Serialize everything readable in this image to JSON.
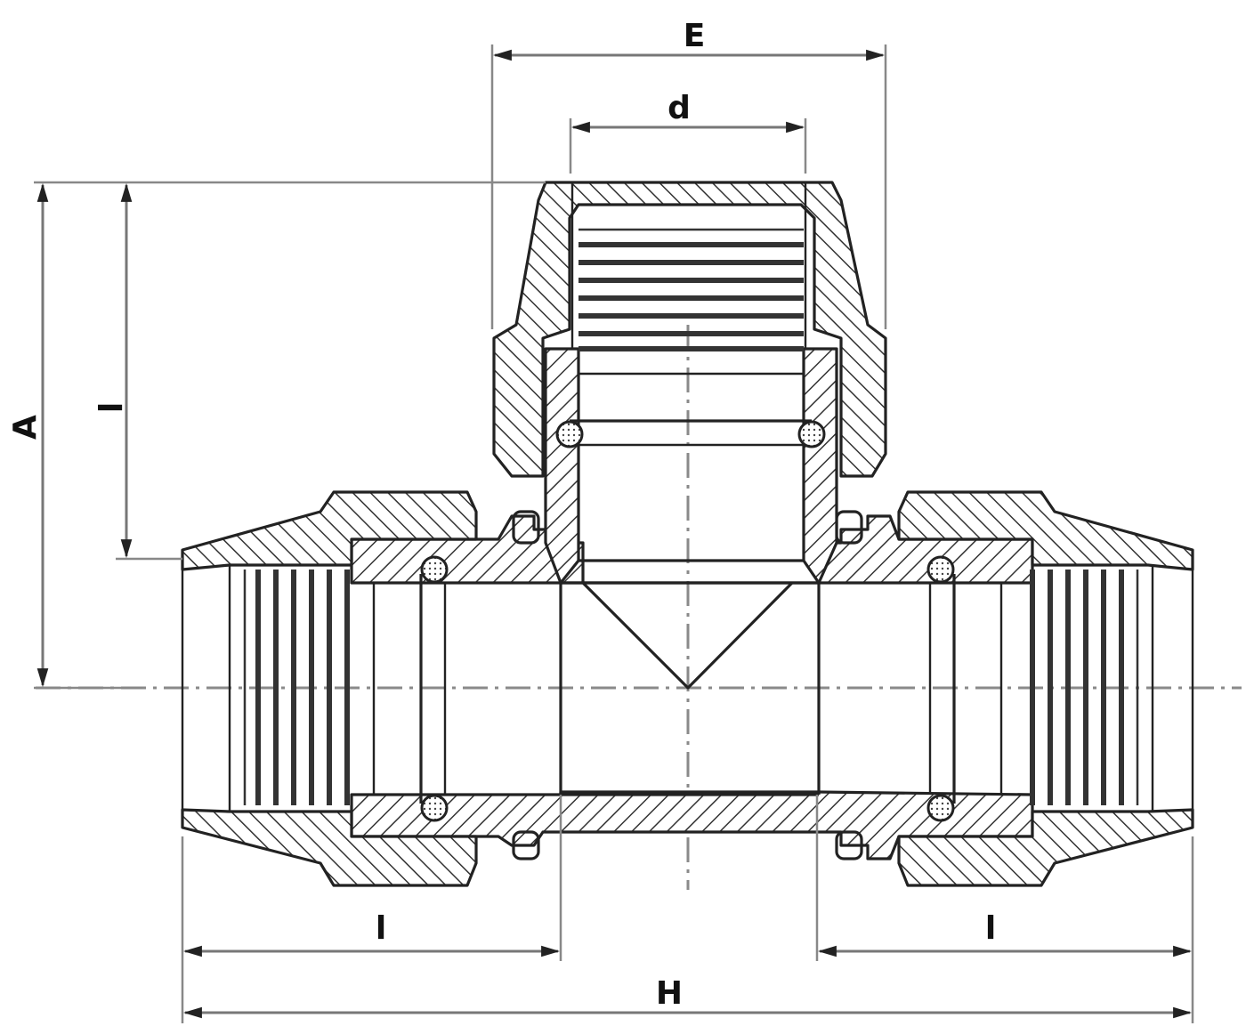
{
  "drawing": {
    "title": "T-fitting cross-section technical drawing",
    "dimensions": {
      "E": "E",
      "d": "d",
      "A": "A",
      "l_branch": "l",
      "l_left": "l",
      "l_right": "l",
      "H": "H"
    },
    "colors": {
      "line": "#222222",
      "dimension_line": "#777777",
      "background": "#ffffff"
    }
  }
}
